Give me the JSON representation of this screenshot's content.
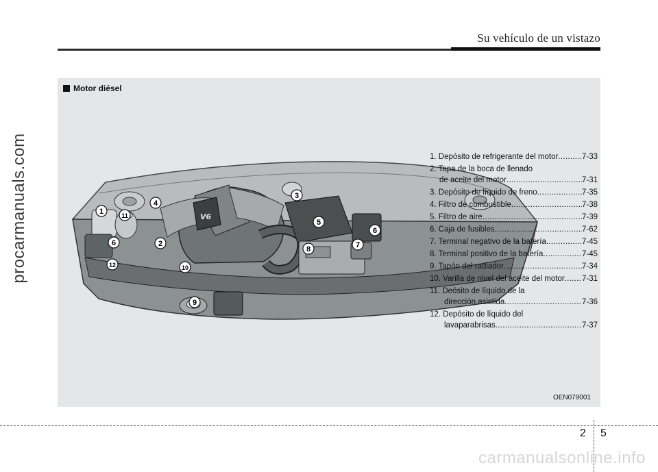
{
  "header": {
    "title": "Su vehículo de un vistazo"
  },
  "watermark_side": "procarmanuals.com",
  "watermark_bottom": "carmanualsonline.info",
  "section": {
    "title": "Motor diésel"
  },
  "figure_code": "OEN079001",
  "callouts": [
    "1",
    "2",
    "3",
    "4",
    "5",
    "6",
    "6",
    "7",
    "8",
    "9",
    "10",
    "11",
    "12"
  ],
  "illustration_emblem": "V6",
  "parts": [
    {
      "lines": [
        "1. Depósito de refrigerante del motor"
      ],
      "page": "7-33"
    },
    {
      "lines": [
        "2. Tapa de la boca de llenado",
        "de aceite del motor"
      ],
      "page": "7-31"
    },
    {
      "lines": [
        "3. Depósito de líquido de freno"
      ],
      "page": "7-35"
    },
    {
      "lines": [
        "4. Filtro de combustible"
      ],
      "page": "7-38"
    },
    {
      "lines": [
        "5. Filtro de aire"
      ],
      "page": "7-39"
    },
    {
      "lines": [
        "6. Caja de fusibles"
      ],
      "page": "7-62"
    },
    {
      "lines": [
        "7. Terminal negativo de la batería"
      ],
      "page": "7-45"
    },
    {
      "lines": [
        "8. Terminal positivo de la batería"
      ],
      "page": "7-45"
    },
    {
      "lines": [
        "9. Tapón del radiador"
      ],
      "page": "7-34"
    },
    {
      "lines": [
        "10. Varilla de nivel del aceite del motor"
      ],
      "page": "7-31"
    },
    {
      "lines": [
        "11. Deósito de líquido de la",
        "dirección asistida"
      ],
      "page": "7-36"
    },
    {
      "lines": [
        "12. Depósito de líquido del",
        "lavaparabrisas"
      ],
      "page": "7-37"
    }
  ],
  "footer": {
    "chapter": "2",
    "page": "5"
  }
}
